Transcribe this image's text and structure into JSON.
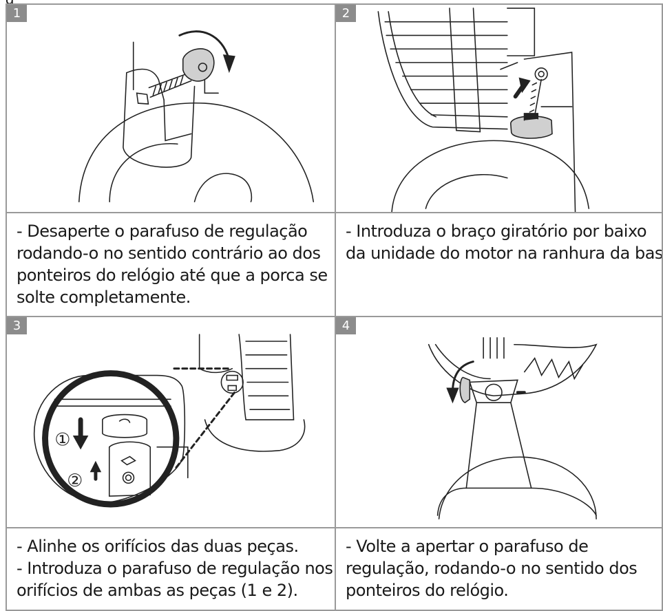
{
  "header": {
    "text": "g"
  },
  "steps": [
    {
      "number": "1",
      "icon": "adjustment-screw-loosen",
      "lines": [
        "- Desaperte o parafuso de regulação",
        "rodando-o no sentido contrário ao dos",
        "ponteiros do relógio até que a porca se",
        "solte completamente."
      ]
    },
    {
      "number": "2",
      "icon": "swivel-arm-insert",
      "lines": [
        "- Introduza o braço giratório por baixo",
        "da unidade do motor na ranhura da base."
      ]
    },
    {
      "number": "3",
      "icon": "align-holes-detail",
      "labels": [
        "①",
        "②"
      ],
      "lines": [
        "- Alinhe os orifícios das duas peças.",
        "- Introduza o parafuso de regulação nos",
        "orifícios de ambas as peças (1 e 2)."
      ]
    },
    {
      "number": "4",
      "icon": "adjustment-screw-tighten",
      "lines": [
        "- Volte a apertar o parafuso de",
        "regulação, rodando-o no sentido dos",
        "ponteiros do relógio."
      ]
    }
  ]
}
